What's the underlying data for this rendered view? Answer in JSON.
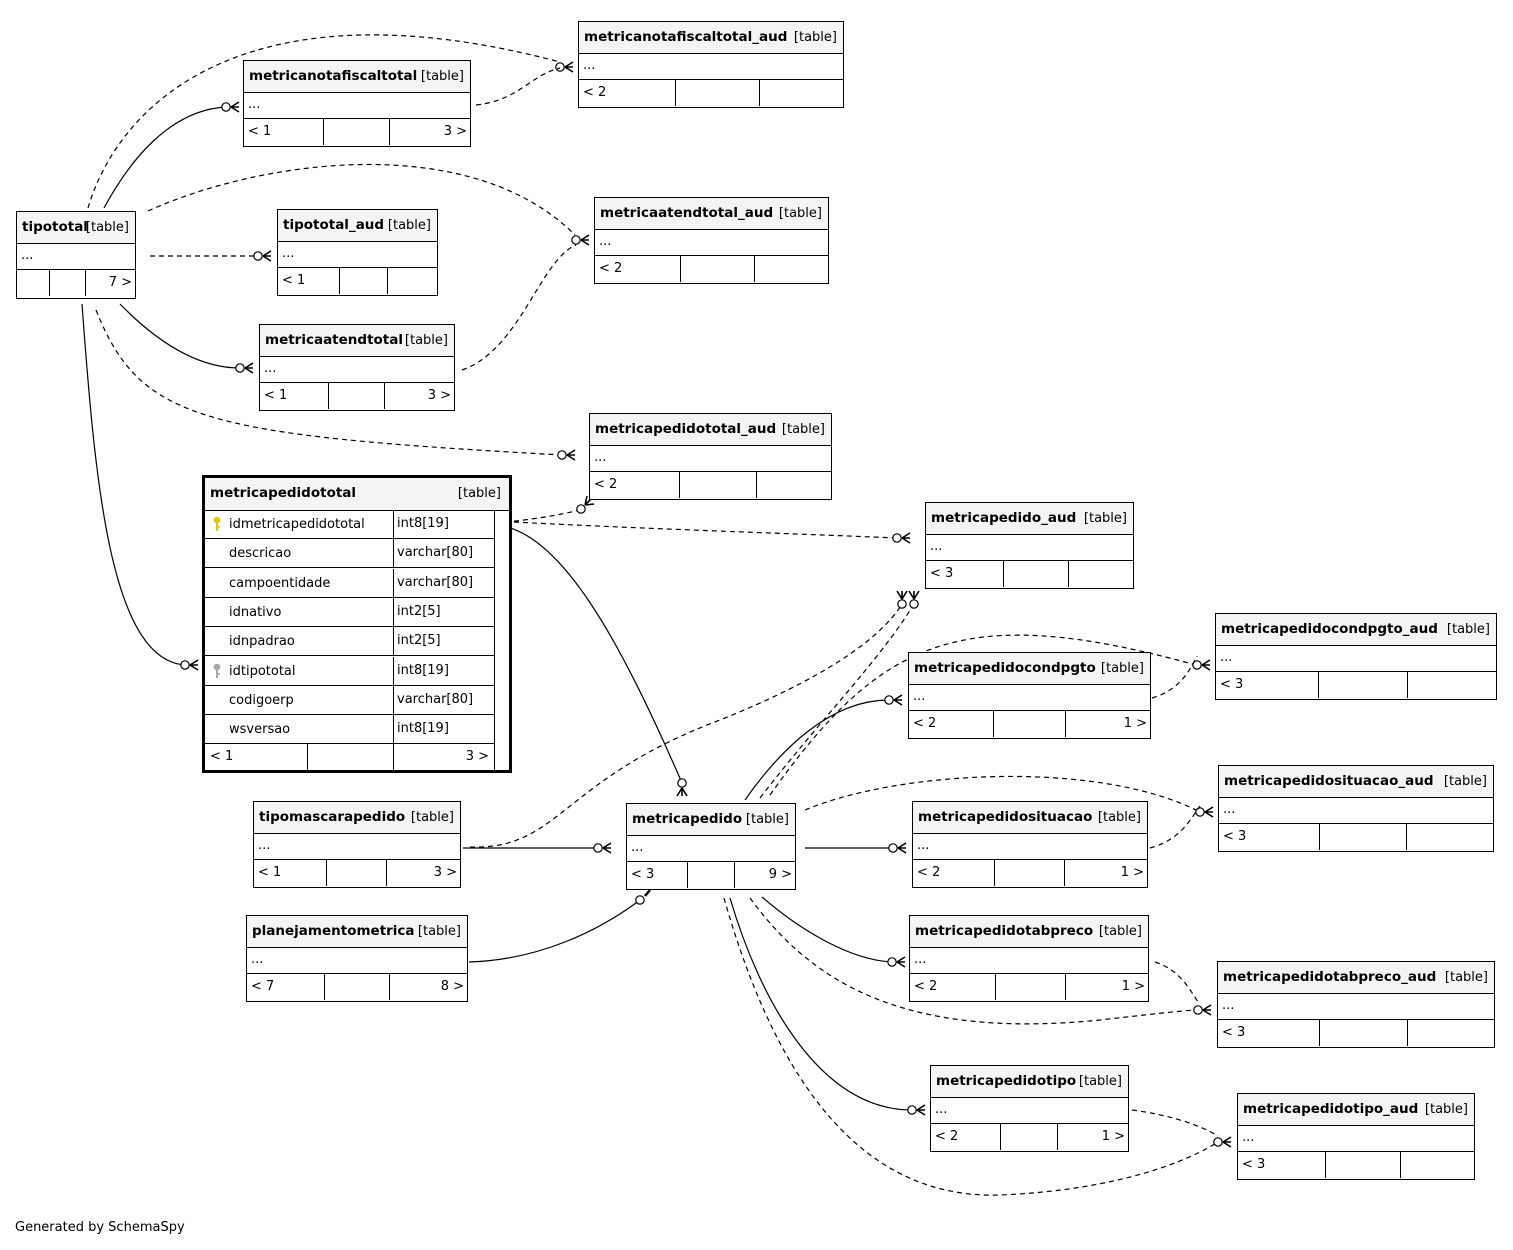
{
  "tables": {
    "tipototal": {
      "name": "tipototal",
      "tag": "[table]",
      "dots": "...",
      "left": "",
      "mid": "",
      "right": "7 >"
    },
    "metricanotafiscaltotal": {
      "name": "metricanotafiscaltotal",
      "tag": "[table]",
      "dots": "...",
      "left": "< 1",
      "mid": "",
      "right": "3 >"
    },
    "metricanotafiscaltotal_aud": {
      "name": "metricanotafiscaltotal_aud",
      "tag": "[table]",
      "dots": "...",
      "left": "< 2",
      "mid": "",
      "right": ""
    },
    "tipototal_aud": {
      "name": "tipototal_aud",
      "tag": "[table]",
      "dots": "...",
      "left": "< 1",
      "mid": "",
      "right": ""
    },
    "metricaatendtotal_aud": {
      "name": "metricaatendtotal_aud",
      "tag": "[table]",
      "dots": "...",
      "left": "< 2",
      "mid": "",
      "right": ""
    },
    "metricaatendtotal": {
      "name": "metricaatendtotal",
      "tag": "[table]",
      "dots": "...",
      "left": "< 1",
      "mid": "",
      "right": "3 >"
    },
    "metricapedidototal_aud": {
      "name": "metricapedidototal_aud",
      "tag": "[table]",
      "dots": "...",
      "left": "< 2",
      "mid": "",
      "right": ""
    },
    "metricapedido_aud": {
      "name": "metricapedido_aud",
      "tag": "[table]",
      "dots": "...",
      "left": "< 3",
      "mid": "",
      "right": ""
    },
    "metricapedidocondpgto_aud": {
      "name": "metricapedidocondpgto_aud",
      "tag": "[table]",
      "dots": "...",
      "left": "< 3",
      "mid": "",
      "right": ""
    },
    "metricapedidocondpgto": {
      "name": "metricapedidocondpgto",
      "tag": "[table]",
      "dots": "...",
      "left": "< 2",
      "mid": "",
      "right": "1 >"
    },
    "metricapedidosituacao_aud": {
      "name": "metricapedidosituacao_aud",
      "tag": "[table]",
      "dots": "...",
      "left": "< 3",
      "mid": "",
      "right": ""
    },
    "metricapedidosituacao": {
      "name": "metricapedidosituacao",
      "tag": "[table]",
      "dots": "...",
      "left": "< 2",
      "mid": "",
      "right": "1 >"
    },
    "tipomascarapedido": {
      "name": "tipomascarapedido",
      "tag": "[table]",
      "dots": "...",
      "left": "< 1",
      "mid": "",
      "right": "3 >"
    },
    "metricapedido": {
      "name": "metricapedido",
      "tag": "[table]",
      "dots": "...",
      "left": "< 3",
      "mid": "",
      "right": "9 >"
    },
    "planejamentometrica": {
      "name": "planejamentometrica",
      "tag": "[table]",
      "dots": "...",
      "left": "< 7",
      "mid": "",
      "right": "8 >"
    },
    "metricapedidotabpreco": {
      "name": "metricapedidotabpreco",
      "tag": "[table]",
      "dots": "...",
      "left": "< 2",
      "mid": "",
      "right": "1 >"
    },
    "metricapedidotabpreco_aud": {
      "name": "metricapedidotabpreco_aud",
      "tag": "[table]",
      "dots": "...",
      "left": "< 3",
      "mid": "",
      "right": ""
    },
    "metricapedidotipo": {
      "name": "metricapedidotipo",
      "tag": "[table]",
      "dots": "...",
      "left": "< 2",
      "mid": "",
      "right": "1 >"
    },
    "metricapedidotipo_aud": {
      "name": "metricapedidotipo_aud",
      "tag": "[table]",
      "dots": "...",
      "left": "< 3",
      "mid": "",
      "right": ""
    }
  },
  "focus": {
    "name": "metricapedidototal",
    "tag": "[table]",
    "columns": [
      {
        "name": "idmetricapedidototal",
        "type": "int8[19]",
        "key": "primary"
      },
      {
        "name": "descricao",
        "type": "varchar[80]",
        "key": ""
      },
      {
        "name": "campoentidade",
        "type": "varchar[80]",
        "key": ""
      },
      {
        "name": "idnativo",
        "type": "int2[5]",
        "key": ""
      },
      {
        "name": "idnpadrao",
        "type": "int2[5]",
        "key": ""
      },
      {
        "name": "idtipototal",
        "type": "int8[19]",
        "key": "foreign"
      },
      {
        "name": "codigoerp",
        "type": "varchar[80]",
        "key": ""
      },
      {
        "name": "wsversao",
        "type": "int8[19]",
        "key": ""
      }
    ],
    "left": "< 1",
    "right": "3 >"
  },
  "credit": "Generated by SchemaSpy"
}
